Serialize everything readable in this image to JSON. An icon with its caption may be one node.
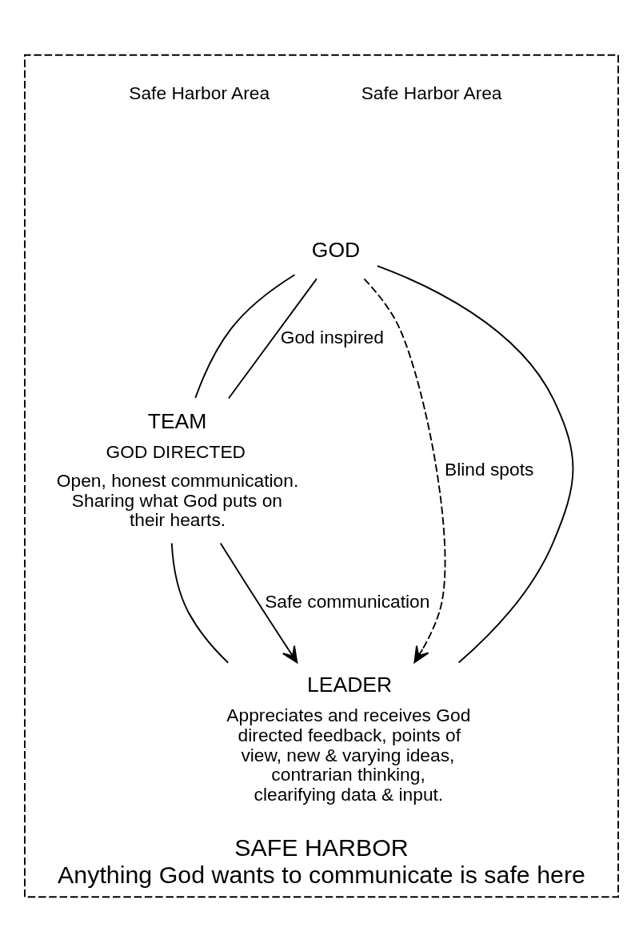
{
  "diagram": {
    "nodes": [
      {
        "text": [
          "SAFE HARBOR",
          "Anything God wants to communicate is safe here"
        ],
        "beside": [
          "Safe Harbor Area",
          "Safe Harbor Area"
        ]
      },
      {
        "text": [
          "GOD"
        ],
        "in": 0
      },
      {
        "text": [
          "TEAM"
        ],
        "in": 0,
        "beside": [
          "GOD DIRECTED",
          "Open, honest communication. Sharing what God puts on their hearts."
        ]
      },
      {
        "text": [
          "LEADER"
        ],
        "in": 0,
        "beside": [
          "Appreciates and receives God directed feedback, points of view, new & varying ideas, contrarian thinking, clearifying data & input."
        ]
      }
    ],
    "edges": [
      {
        "from": 1,
        "to": 2,
        "arrow": "none"
      },
      {
        "from": 2,
        "to": 3,
        "arrow": "none"
      },
      {
        "from": 3,
        "to": 1,
        "arrow": "none"
      },
      {
        "from": 1,
        "to": 2,
        "arrow": "none",
        "label": "God inspired"
      },
      {
        "from": 2,
        "to": 3,
        "arrow": "to",
        "label": "Safe communication"
      },
      {
        "from": 1,
        "to": 3,
        "arrow": "to",
        "label": "Blind spots",
        "style": "dashed"
      }
    ]
  }
}
